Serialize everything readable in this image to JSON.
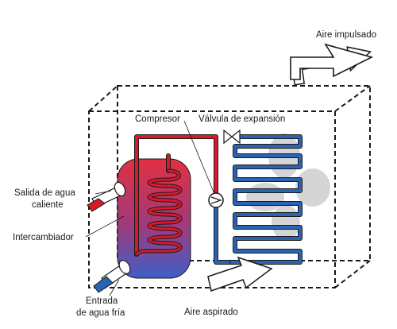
{
  "diagram": {
    "title": "",
    "labels": {
      "aire_impulsado": "Aire impulsado",
      "compresor": "Compresor",
      "valvula": "Válvula de expansión",
      "salida_line1": "Salida de agua",
      "salida_line2": "caliente",
      "intercambiador": "Intercambiador",
      "entrada_line1": "Entrada",
      "entrada_line2": "de agua fría",
      "aire_aspirado": "Aire aspirado"
    },
    "colors": {
      "hot": "#d7192a",
      "cold": "#2b63b3",
      "fan": "#d7d7d7",
      "outline": "#1a1a1a",
      "tank_top": "#e03040",
      "tank_bottom": "#4a5fc0"
    }
  }
}
